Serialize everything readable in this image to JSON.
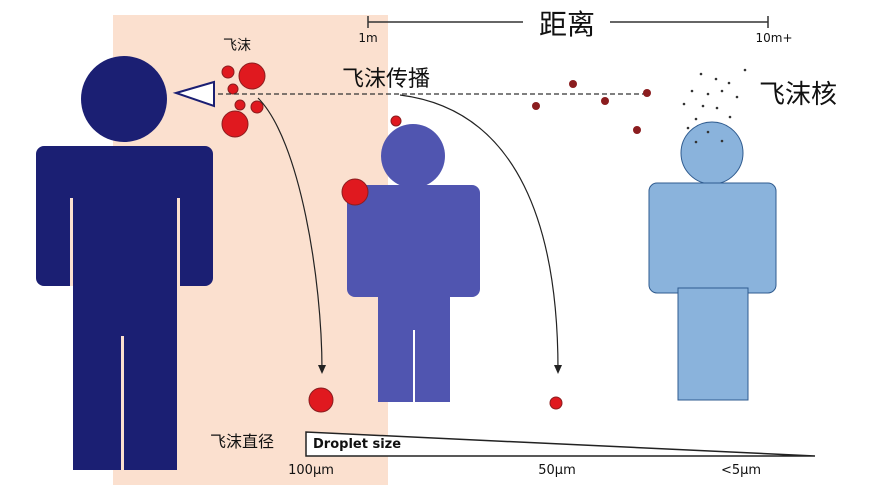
{
  "labels": {
    "distance": "距离",
    "scale_start": "1m",
    "scale_end": "10m+",
    "droplets": "飞沫",
    "droplet_transmission": "飞沫传播",
    "droplet_nuclei": "飞沫核",
    "droplet_diameter": "飞沫直径",
    "droplet_size": "Droplet size",
    "size_100": "100μm",
    "size_50": "50μm",
    "size_5": "<5μm"
  },
  "colors": {
    "zone": "#fbe0cf",
    "person_near": "#1b1f73",
    "person_mid": "#5055b0",
    "person_far": "#8ab3dc",
    "droplet": "#e0191f",
    "droplet_small": "#8b1d1f",
    "line": "#333333"
  },
  "icons": [
    "person-figure-icon",
    "cone-mouth-icon",
    "droplet-icon",
    "arrow-icon"
  ]
}
